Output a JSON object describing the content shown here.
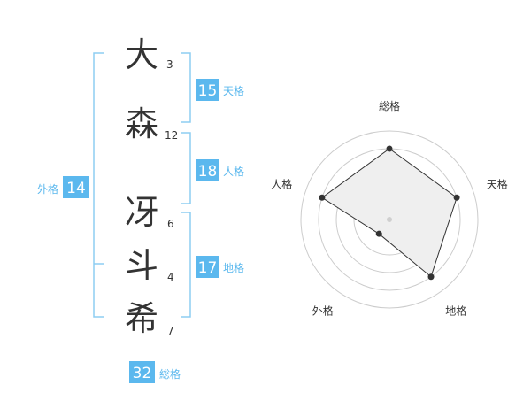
{
  "characters": [
    {
      "char": "大",
      "strokes": "3"
    },
    {
      "char": "森",
      "strokes": "12"
    },
    {
      "char": "冴",
      "strokes": "6"
    },
    {
      "char": "斗",
      "strokes": "4"
    },
    {
      "char": "希",
      "strokes": "7"
    }
  ],
  "fortunes": {
    "tenkaku": {
      "value": "15",
      "label": "天格"
    },
    "jinkaku": {
      "value": "18",
      "label": "人格"
    },
    "chikaku": {
      "value": "17",
      "label": "地格"
    },
    "gaikaku": {
      "value": "14",
      "label": "外格"
    },
    "soukaku": {
      "value": "32",
      "label": "総格"
    }
  },
  "colors": {
    "accent": "#5bb8ee",
    "bracket": "#8dcdf2",
    "text": "#333333",
    "radar_fill": "#efefef",
    "radar_line": "#333333",
    "grid": "#cccccc"
  },
  "chart_data": {
    "type": "radar",
    "axes": [
      "総格",
      "天格",
      "地格",
      "外格",
      "人格"
    ],
    "values": [
      4,
      4,
      4,
      1,
      4
    ],
    "r_max": 5,
    "grid_levels": 5
  }
}
